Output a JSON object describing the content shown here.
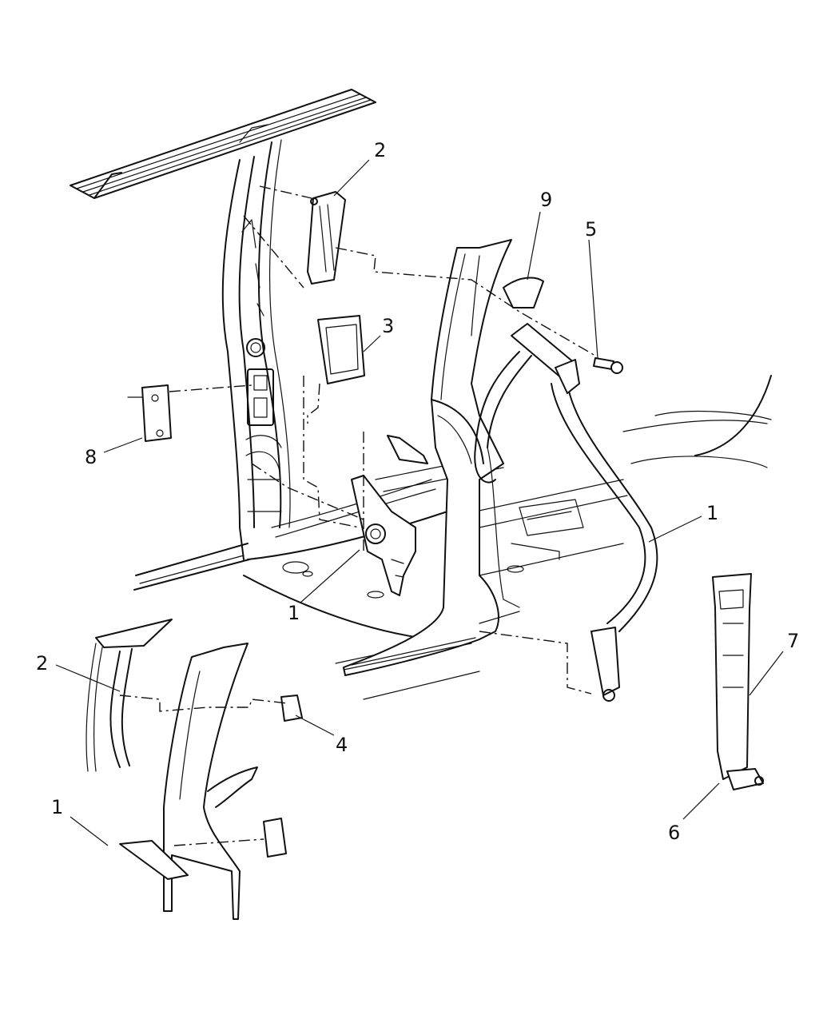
{
  "diagram": {
    "callouts": [
      {
        "id": "c2-top",
        "label": "2"
      },
      {
        "id": "c9",
        "label": "9"
      },
      {
        "id": "c5",
        "label": "5"
      },
      {
        "id": "c3",
        "label": "3"
      },
      {
        "id": "c8",
        "label": "8"
      },
      {
        "id": "c1-right",
        "label": "1"
      },
      {
        "id": "c1-center",
        "label": "1"
      },
      {
        "id": "c2-lower",
        "label": "2"
      },
      {
        "id": "c7",
        "label": "7"
      },
      {
        "id": "c4",
        "label": "4"
      },
      {
        "id": "c1-lower",
        "label": "1"
      },
      {
        "id": "c6",
        "label": "6"
      }
    ]
  }
}
